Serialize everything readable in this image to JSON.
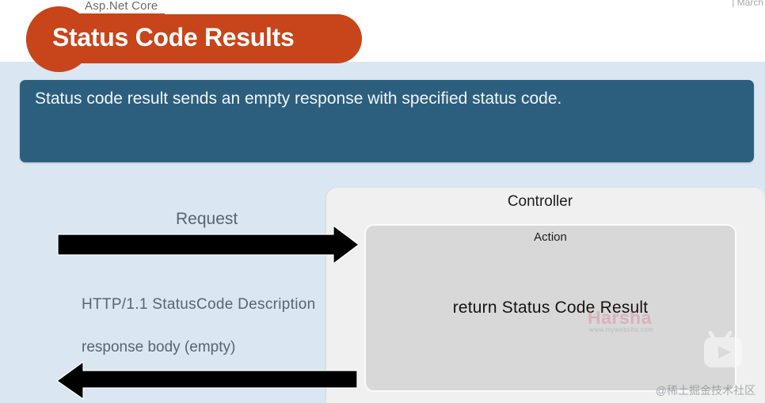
{
  "slide": {
    "kicker": "Asp.Net Core",
    "corner_note": "| March",
    "title": "Status Code Results",
    "callout": "Status code result sends an empty response with specified status code."
  },
  "diagram": {
    "request_label": "Request",
    "status_line": "HTTP/1.1  StatusCode  Description",
    "response_body_label": "response body (empty)",
    "controller_label": "Controller",
    "action_label": "Action",
    "return_statement": "return  Status Code Result",
    "arrows": [
      {
        "name": "request-arrow",
        "direction": "right"
      },
      {
        "name": "response-arrow",
        "direction": "left"
      }
    ]
  },
  "watermarks": {
    "author": "Harsha",
    "author_sub": "www.mywebsite.com",
    "platform": "@稀土掘金技术社区",
    "play_icon": "tv-play-icon"
  },
  "colors": {
    "accent_orange": "#c8441a",
    "callout_teal": "#2c5f7e",
    "canvas_blue": "#dae6f1",
    "controller_gray": "#f0f0f0",
    "action_gray": "#d8d8d8",
    "arrow_black": "#000000"
  }
}
